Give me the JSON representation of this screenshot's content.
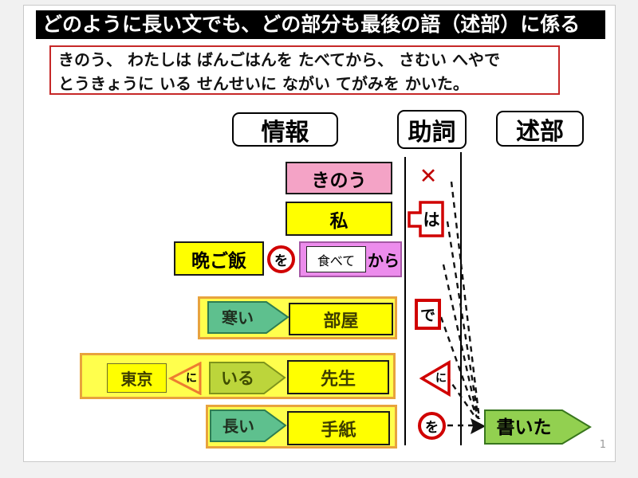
{
  "slide": {
    "title": "どのように長い文でも、どの部分も最後の語（述部）に係る",
    "sentence": {
      "line1": "きのう、 わたしは ばんごはんを たべてから、 さむい へやで",
      "line2": "とうきょうに いる せんせいに ながい てがみを かいた。"
    },
    "headers": {
      "info": "情報",
      "particle": "助詞",
      "predicate": "述部"
    },
    "rows": {
      "kinou": {
        "label": "きのう",
        "particle_mark": "✕"
      },
      "watashi": {
        "label": "私",
        "particle": "は"
      },
      "bangohan": {
        "label": "晩ご飯",
        "particle": "を",
        "verb": "食べて",
        "suffix": "から"
      },
      "samui": {
        "adj": "寒い",
        "noun": "部屋",
        "particle": "で"
      },
      "tokyo": {
        "place": "東京",
        "inner_particle": "に",
        "verb": "いる",
        "noun": "先生",
        "particle": "に"
      },
      "nagai": {
        "adj": "長い",
        "noun": "手紙",
        "particle": "を"
      },
      "predicate": {
        "label": "書いた"
      }
    },
    "page_number": "1",
    "colors": {
      "title_bg": "#000000",
      "sentence_border": "#c62828",
      "pink": "#f4a3c6",
      "yellow": "#ffff00",
      "group_yellow": "#ffff4d",
      "group_border_gold": "#e8a33d",
      "magenta": "#ec8cec",
      "teal_green_arrow": "#5ec08e",
      "yellow_green_arrow": "#bcd53b",
      "predicate_green": "#92d050",
      "particle_red": "#d00000",
      "orange_triangle": "#ed7d31"
    }
  }
}
